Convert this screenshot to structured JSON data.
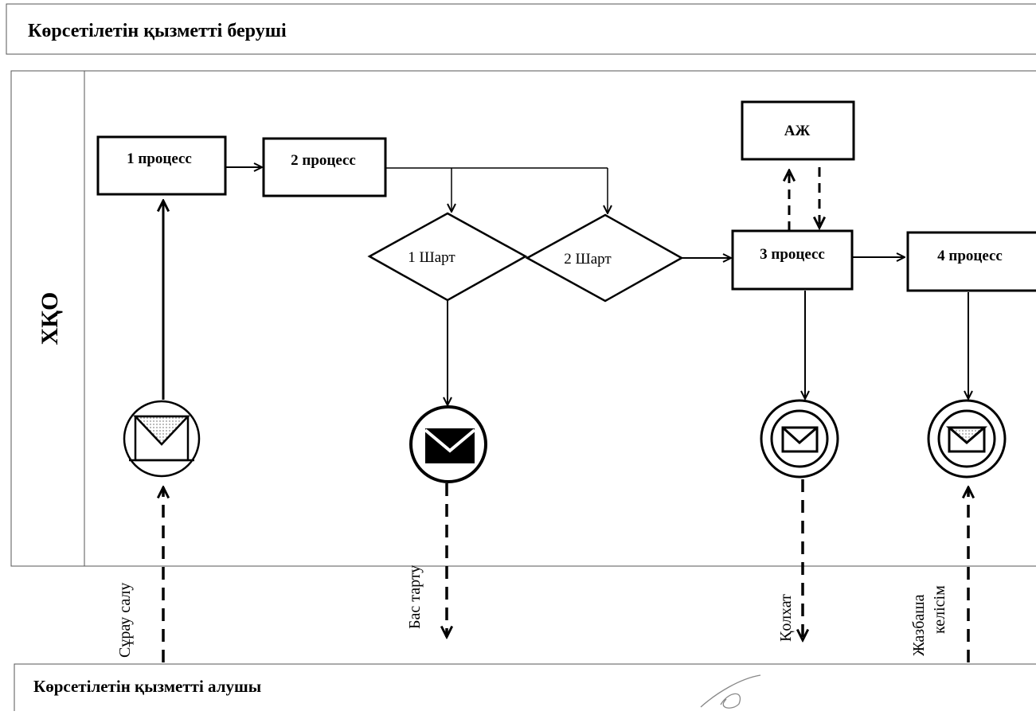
{
  "header": {
    "provider_title": "Көрсетілетін қызметті беруші"
  },
  "lane": {
    "label": "ХҚО"
  },
  "processes": {
    "p1": "1 процесс",
    "p2": "2 процесс",
    "p3": "3 процесс",
    "p4": "4 процесс",
    "system": "АЖ"
  },
  "conditions": {
    "c1": "1 Шарт",
    "c2": "2 Шарт"
  },
  "flows": {
    "request": "Сұрау салу",
    "refusal": "Бас тарту",
    "receipt": "Қолхат",
    "written_consent_line1": "Жазбаша",
    "written_consent_line2": "келісім"
  },
  "footer": {
    "recipient_title": "Көрсетілетін қызметті алушы"
  }
}
